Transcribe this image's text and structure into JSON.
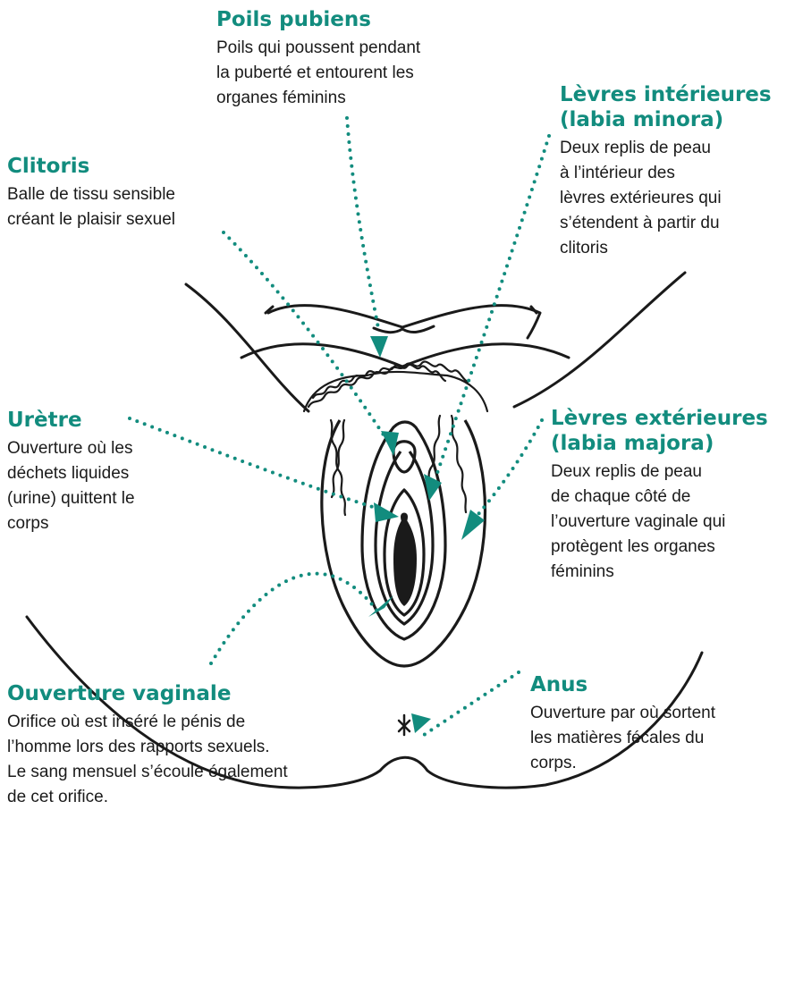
{
  "colors": {
    "accent": "#128c7e",
    "ink": "#1a1a1a",
    "fill": "#1a1a1a"
  },
  "labels": {
    "pubic_hair": {
      "title": "Poils pubiens",
      "description": "Poils qui poussent pendant\nla puberté et entourent les\norganes féminins"
    },
    "inner_labia": {
      "title": "Lèvres intérieures\n(labia minora)",
      "description": "Deux replis de peau\nà l’intérieur des\nlèvres extérieures qui\ns’étendent à partir du\nclitoris"
    },
    "clitoris": {
      "title": "Clitoris",
      "description": "Balle de tissu sensible\ncréant le plaisir sexuel"
    },
    "urethra": {
      "title": "Urètre",
      "description": "Ouverture où les\ndéchets liquides\n(urine) quittent le\ncorps"
    },
    "outer_labia": {
      "title": "Lèvres extérieures\n(labia majora)",
      "description": "Deux replis de peau\nde chaque côté de\nl’ouverture vaginale qui\nprotègent les organes\nféminins"
    },
    "vaginal_opening": {
      "title": "Ouverture vaginale",
      "description": "Orifice où est inséré le pénis de\nl’homme lors des rapports sexuels.\nLe sang mensuel s’écoule également\nde cet orifice."
    },
    "anus": {
      "title": "Anus",
      "description": "Ouverture par où sortent\nles matières fécales du\ncorps."
    }
  }
}
